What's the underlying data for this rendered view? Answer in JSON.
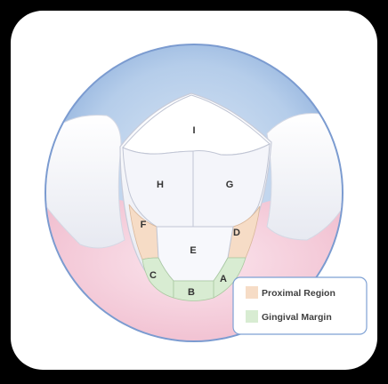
{
  "colors": {
    "background": "#000000",
    "card": "#ffffff",
    "lens_blue": "#a9c4e6",
    "lens_border": "#6f93c9",
    "gum_pink": "#f2c4d4",
    "tooth_white": "#f5f6fa",
    "proximal": "#f6dcc6",
    "gingival": "#d8ecd2",
    "legend_border": "#7ea1d4"
  },
  "regions": {
    "I": "I",
    "H": "H",
    "G": "G",
    "F": "F",
    "E": "E",
    "D": "D",
    "C": "C",
    "B": "B",
    "A": "A"
  },
  "legend": {
    "items": [
      {
        "label": "Proximal Region",
        "color": "#f6dcc6"
      },
      {
        "label": "Gingival Margin",
        "color": "#d8ecd2"
      }
    ]
  }
}
